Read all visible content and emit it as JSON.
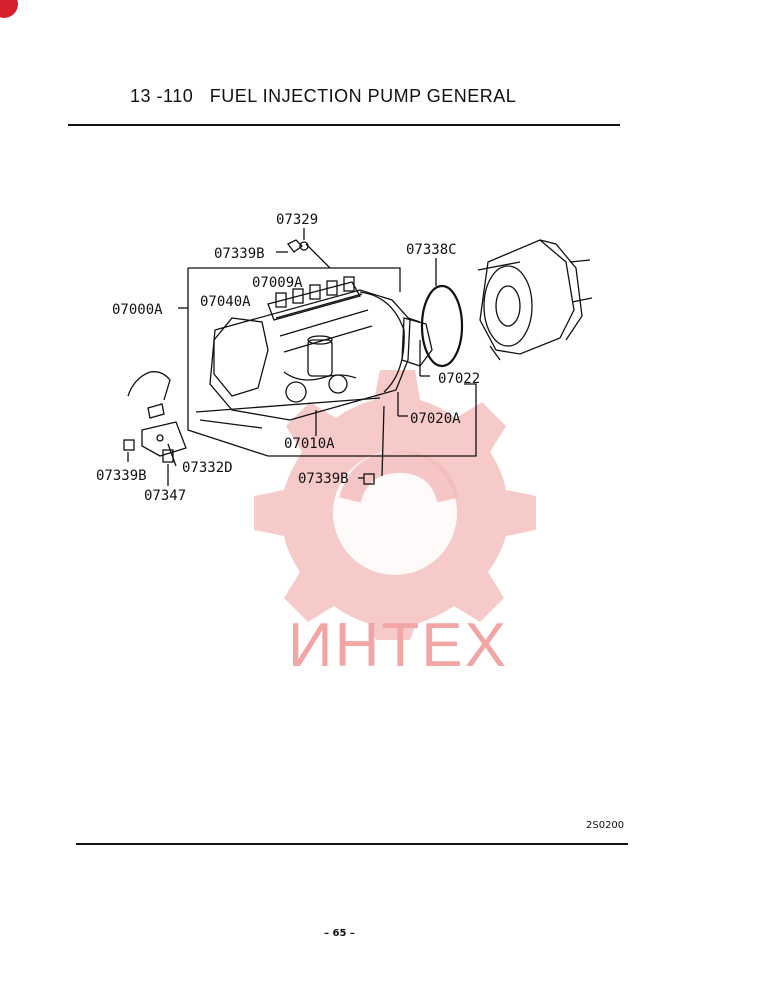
{
  "header": {
    "section": "13 -110",
    "title": "FUEL INJECTION PUMP GENERAL"
  },
  "diagram": {
    "parts": [
      {
        "id": "p1",
        "label": "07329"
      },
      {
        "id": "p2",
        "label": "07339B"
      },
      {
        "id": "p3",
        "label": "07338C"
      },
      {
        "id": "p4",
        "label": "07009A"
      },
      {
        "id": "p5",
        "label": "07000A"
      },
      {
        "id": "p6",
        "label": "07040A"
      },
      {
        "id": "p7",
        "label": "07022"
      },
      {
        "id": "p8",
        "label": "07020A"
      },
      {
        "id": "p9",
        "label": "07010A"
      },
      {
        "id": "p10",
        "label": "07339B"
      },
      {
        "id": "p11",
        "label": "07332D"
      },
      {
        "id": "p12",
        "label": "07347"
      },
      {
        "id": "p13",
        "label": "07339B"
      }
    ]
  },
  "drawing_code": "2S0200",
  "page_number": "– 65 –",
  "watermark": {
    "text": "ИНТЕХ",
    "color": "#f2a5a5"
  }
}
